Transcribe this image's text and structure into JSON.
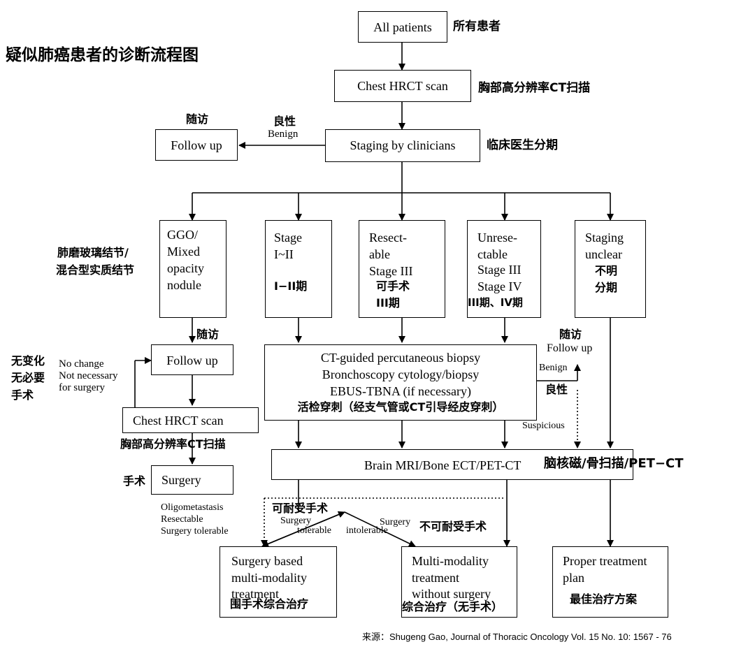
{
  "title": "疑似肺癌患者的诊断流程图",
  "nodes": {
    "all_patients": {
      "en": "All patients",
      "cn": "所有患者"
    },
    "chest_hrct": {
      "en": "Chest HRCT scan",
      "cn": "胸部高分辨率CT扫描"
    },
    "staging": {
      "en": "Staging by clinicians",
      "cn": "临床医生分期"
    },
    "follow_up_top": {
      "en": "Follow up",
      "cn": "随访"
    },
    "benign_top": {
      "en": "Benign",
      "cn": "良性"
    },
    "ggo": {
      "l1": "GGO/",
      "l2": "Mixed",
      "l3": "opacity",
      "l4": "nodule",
      "cn1": "肺磨玻璃结节/",
      "cn2": "混合型实质结节"
    },
    "stage12": {
      "l1": "Stage",
      "l2": "I~II",
      "cn": "I−II期"
    },
    "resectable": {
      "l1": "Resect-",
      "l2": "able",
      "l3": "Stage III",
      "cn1": "可手术",
      "cn2": "III期"
    },
    "unresectable": {
      "l1": "Unrese-",
      "l2": "ctable",
      "l3": "Stage III",
      "l4": "Stage IV",
      "cn": "III期、IV期"
    },
    "unclear": {
      "l1": "Staging",
      "l2": "unclear",
      "cn1": "不明",
      "cn2": "分期"
    },
    "follow_up_left": {
      "en": "Follow up",
      "cn": "随访"
    },
    "no_change": {
      "l1": "No change",
      "l2": "Not necessary",
      "l3": "for surgery",
      "cn1": "无变化",
      "cn2": "无必要",
      "cn3": "手术"
    },
    "chest_hrct2": {
      "en": "Chest HRCT scan",
      "cn": "胸部高分辨率CT扫描"
    },
    "surgery": {
      "en": "Surgery",
      "cn": "手术"
    },
    "biopsy": {
      "l1": "CT-guided percutaneous biopsy",
      "l2": "Bronchoscopy cytology/biopsy",
      "l3": "EBUS-TBNA (if necessary)",
      "cn": "活检穿刺（经支气管或CT引导经皮穿刺）"
    },
    "follow_up_right": {
      "en": "Follow up",
      "cn": "随访"
    },
    "benign_right": {
      "en": "Benign",
      "cn": "良性"
    },
    "suspicious": "Suspicious",
    "imaging": {
      "en": "Brain MRI/Bone ECT/PET-CT",
      "cn": "脑核磁/骨扫描/PET−CT"
    },
    "oligo": {
      "l1": "Oligometastasis",
      "l2": "Resectable",
      "l3": "Surgery tolerable"
    },
    "tolerable": {
      "cn": "可耐受手术",
      "l1": "Surgery",
      "l2": "tolerable"
    },
    "intolerable": {
      "cn": "不可耐受手术",
      "l1": "Surgery",
      "l2": "intolerable"
    },
    "surgery_based": {
      "l1": "Surgery based",
      "l2": "multi-modality",
      "l3": "treatment",
      "cn": "围手术综合治疗"
    },
    "multi_modality": {
      "l1": "Multi-modality",
      "l2": "treatment",
      "l3": "without surgery",
      "cn": "综合治疗（无手术）"
    },
    "proper": {
      "l1": "Proper treatment",
      "l2": "plan",
      "cn": "最佳治疗方案"
    }
  },
  "source": "来源：Shugeng Gao, Journal of Thoracic Oncology Vol. 15 No. 10: 1567 - 76"
}
